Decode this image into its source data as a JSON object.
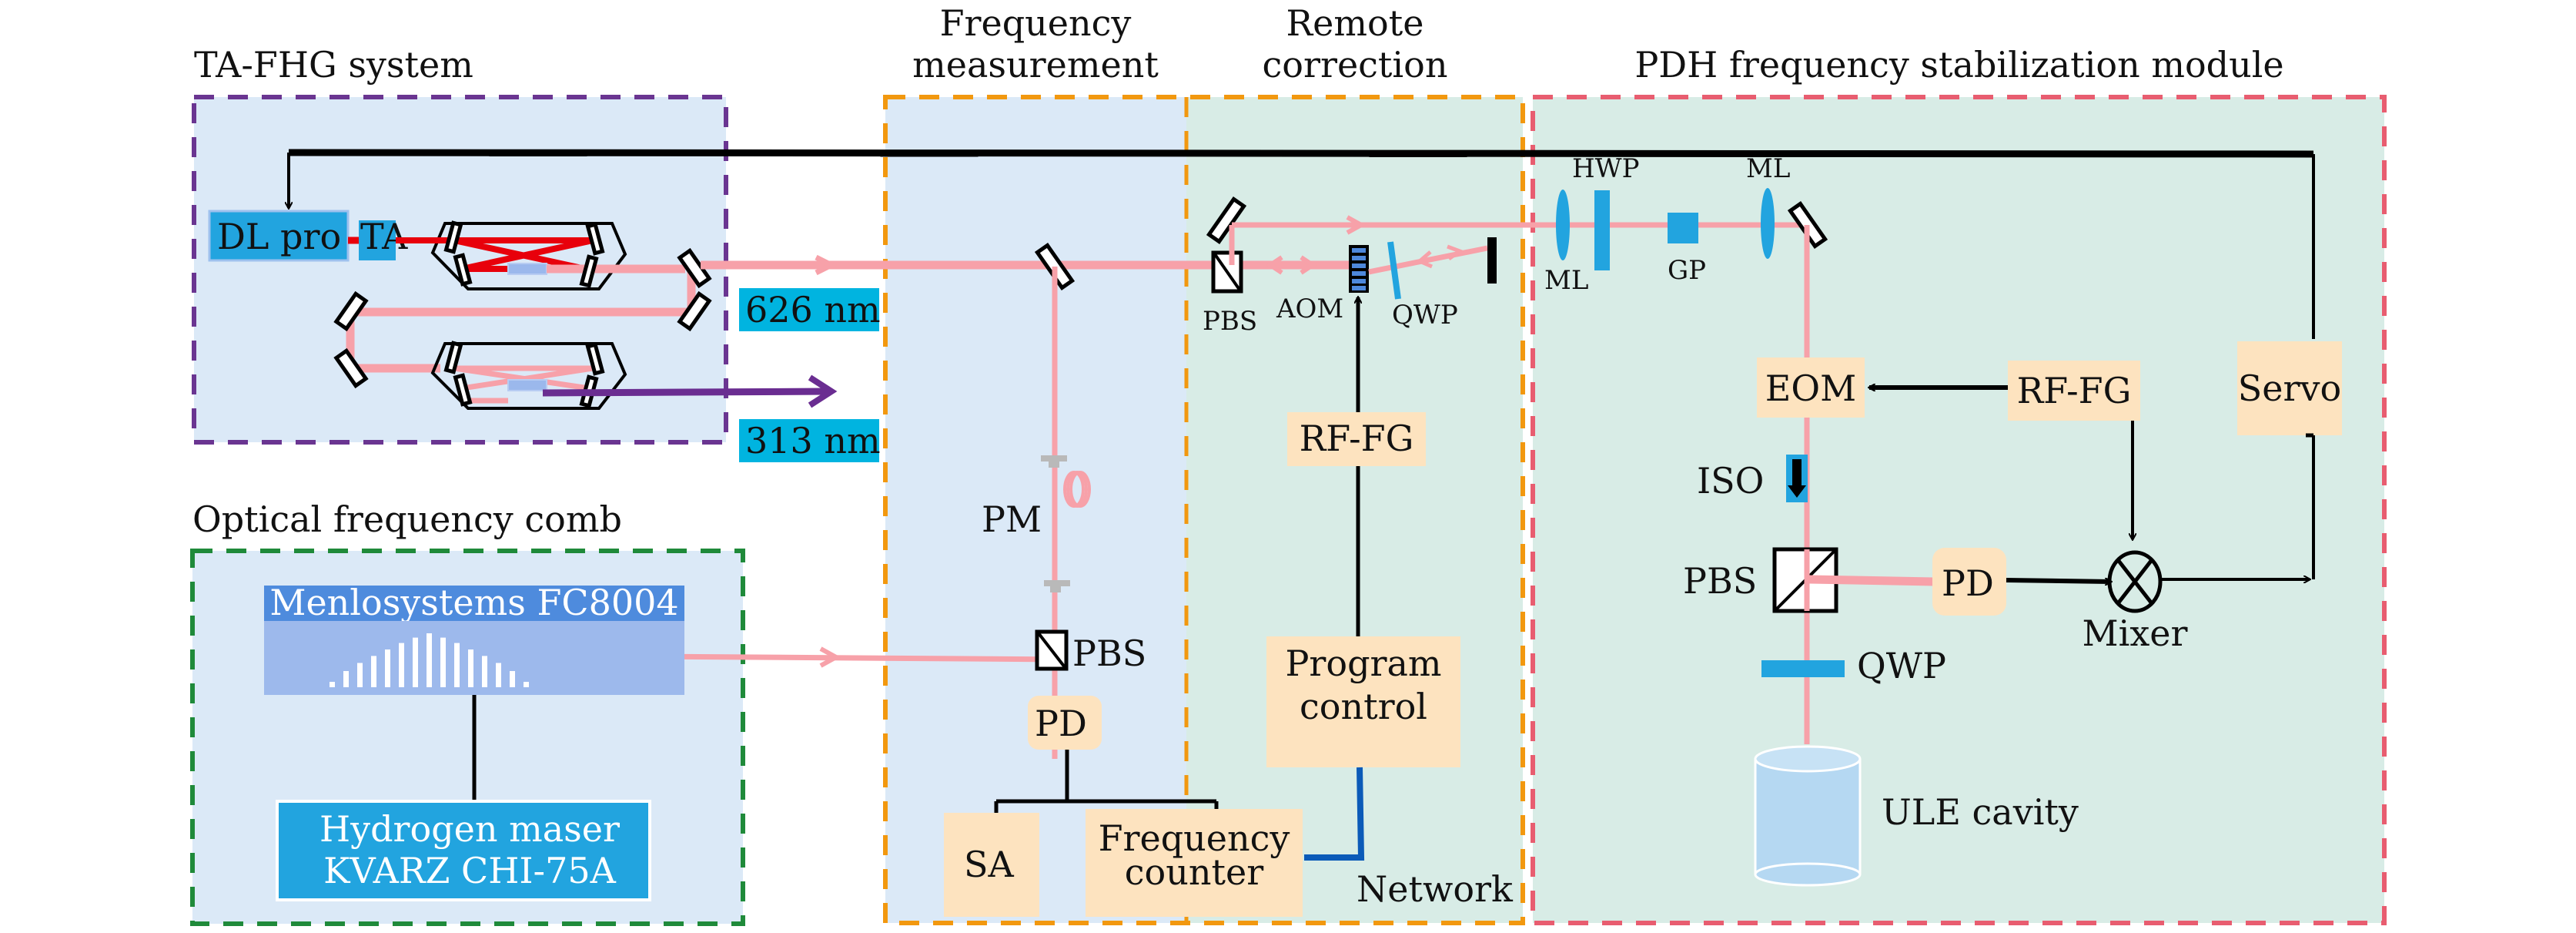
{
  "colors": {
    "beam_626": "#f7a1a9",
    "beam_red": "#e8000b",
    "beam_313": "#6a2d91",
    "tafhg_border": "#6a3591",
    "ofc_border": "#1f8a3a",
    "freq_border": "#f2980f",
    "pdh_border": "#e85d70",
    "panel_blue": "#dbe9f7",
    "panel_green": "#d8ece6",
    "device_blue": "#22a4df",
    "peach": "#fde3bf",
    "network_line": "#0b5ab8"
  },
  "sections": {
    "tafhg": "TA-FHG system",
    "ofc": "Optical frequency comb",
    "freq_line1": "Frequency",
    "freq_line2": "measurement",
    "remote_line1": "Remote",
    "remote_line2": "correction",
    "pdh": "PDH frequency stabilization module"
  },
  "tafhg": {
    "dl_pro": "DL pro",
    "ta": "TA",
    "wl_626": "626 nm",
    "wl_313": "313 nm"
  },
  "ofc": {
    "comb": "Menlosystems FC8004",
    "maser_line1": "Hydrogen maser",
    "maser_line2": "KVARZ CHI-75A",
    "comb_teeth_relative_heights": [
      0.1,
      0.3,
      0.45,
      0.58,
      0.7,
      0.82,
      0.92,
      1.0,
      0.92,
      0.82,
      0.7,
      0.58,
      0.45,
      0.3,
      0.1
    ]
  },
  "freq_meas": {
    "pm": "PM",
    "pbs": "PBS",
    "pd": "PD",
    "sa": "SA",
    "counter_line1": "Frequency",
    "counter_line2": "counter"
  },
  "remote": {
    "pbs": "PBS",
    "aom": "AOM",
    "qwp": "QWP",
    "rf_fg": "RF-FG",
    "program_line1": "Program",
    "program_line2": "control",
    "network": "Network"
  },
  "pdh": {
    "ml1": "ML",
    "hwp": "HWP",
    "gp": "GP",
    "ml2": "ML",
    "eom": "EOM",
    "rf_fg": "RF-FG",
    "servo": "Servo",
    "iso": "ISO",
    "pbs": "PBS",
    "pd": "PD",
    "mixer": "Mixer",
    "qwp": "QWP",
    "cavity": "ULE cavity"
  }
}
